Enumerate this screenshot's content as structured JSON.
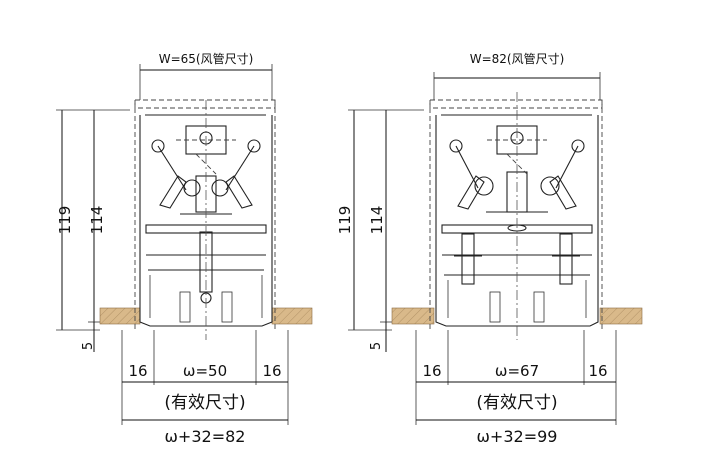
{
  "diagrams": [
    {
      "top_label": "W=65(风管尺寸)",
      "dim_total_height": "119",
      "dim_inner_height": "114",
      "dim_bottom": "5",
      "dim_left": "16",
      "dim_center": "ω=50",
      "dim_right": "16",
      "effective_label": "(有效尺寸)",
      "total_formula": "ω+32=82"
    },
    {
      "top_label": "W=82(风管尺寸)",
      "dim_total_height": "119",
      "dim_inner_height": "114",
      "dim_bottom": "5",
      "dim_left": "16",
      "dim_center": "ω=67",
      "dim_right": "16",
      "effective_label": "(有效尺寸)",
      "total_formula": "ω+32=99"
    }
  ],
  "colors": {
    "line": "#111111",
    "sand": "#d9b98a"
  }
}
